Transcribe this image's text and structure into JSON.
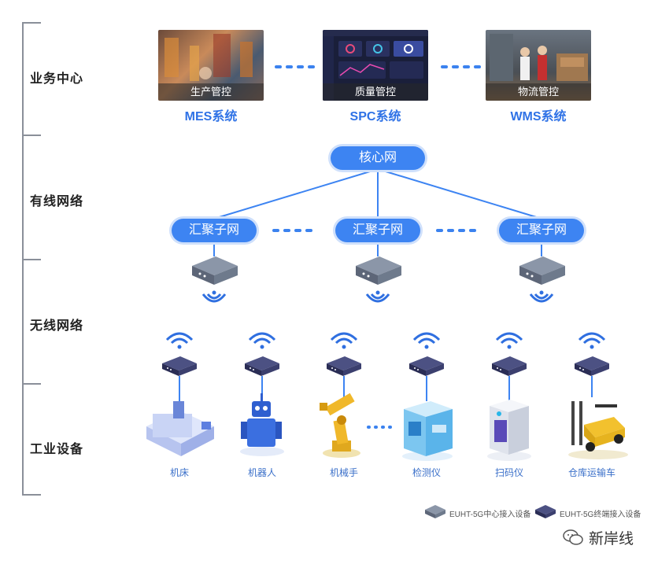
{
  "tiers": [
    "业务中心",
    "有线网络",
    "无线网络",
    "工业设备"
  ],
  "systems": [
    {
      "caption": "生产管控",
      "name": "MES系统"
    },
    {
      "caption": "质量管控",
      "name": "SPC系统"
    },
    {
      "caption": "物流管控",
      "name": "WMS系统"
    }
  ],
  "core_network": "核心网",
  "aggregation": [
    "汇聚子网",
    "汇聚子网",
    "汇聚子网"
  ],
  "devices": [
    "机床",
    "机器人",
    "机械手",
    "检测仪",
    "扫码仪",
    "仓库运输车"
  ],
  "legend": [
    {
      "label": "EUHT-5G中心接入设备",
      "color": "#6e7a8c"
    },
    {
      "label": "EUHT-5G终端接入设备",
      "color": "#3b3f6e"
    }
  ],
  "brand": "新岸线",
  "colors": {
    "accent": "#3d84f2",
    "line": "#3d84f2",
    "wifi": "#2f6fe0"
  }
}
